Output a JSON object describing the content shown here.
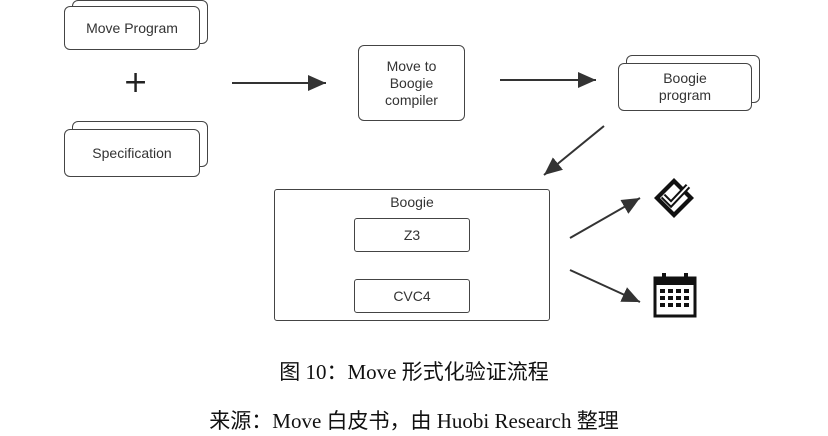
{
  "diagram": {
    "nodes": {
      "move_program": "Move Program",
      "specification": "Specification",
      "compiler": [
        "Move to",
        "Boogie",
        "compiler"
      ],
      "boogie_program": [
        "Boogie",
        "program"
      ],
      "boogie": "Boogie",
      "z3": "Z3",
      "cvc4": "CVC4"
    },
    "plus": "+",
    "icons": [
      "check-badge-icon",
      "calendar-icon"
    ]
  },
  "caption": {
    "figure": "图 10：Move 形式化验证流程",
    "source": "来源：Move 白皮书，由 Huobi Research 整理"
  }
}
